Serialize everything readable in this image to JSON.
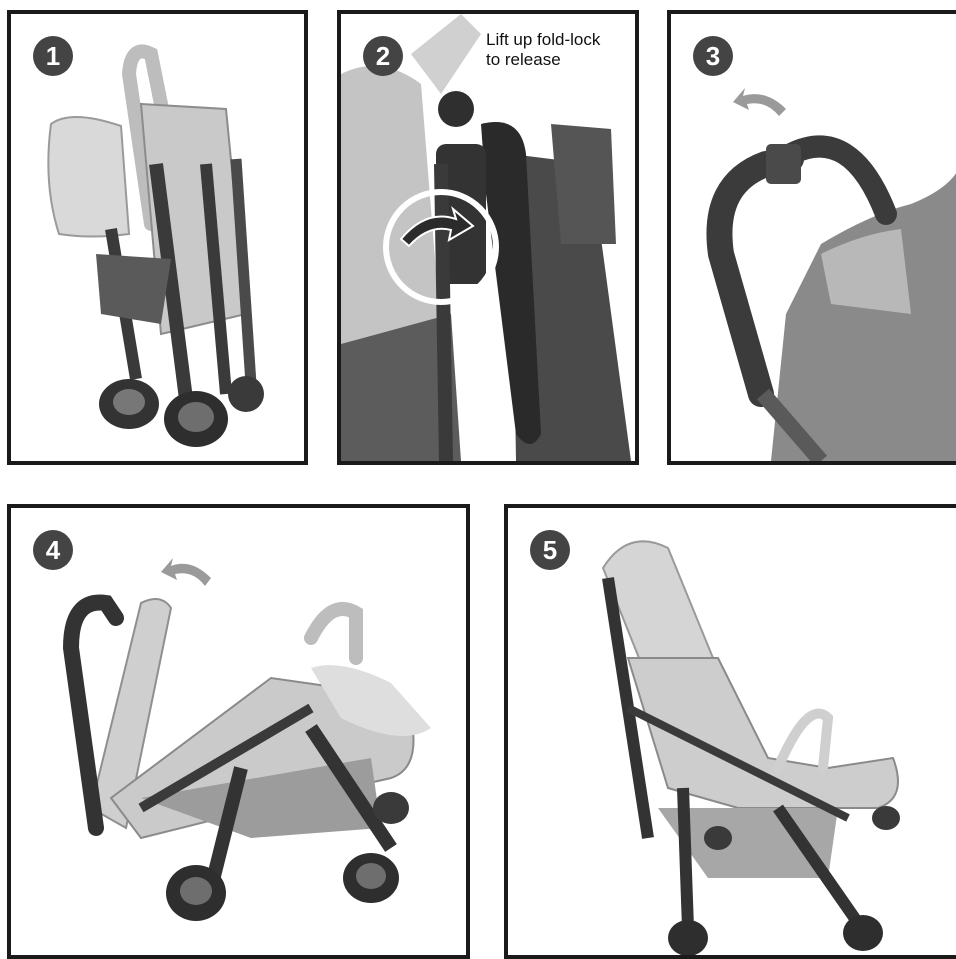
{
  "steps": [
    {
      "number": "1",
      "caption": []
    },
    {
      "number": "2",
      "caption": [
        "Lift up fold-lock",
        "to release"
      ]
    },
    {
      "number": "3",
      "caption": []
    },
    {
      "number": "4",
      "caption": []
    },
    {
      "number": "5",
      "caption": []
    }
  ],
  "colors": {
    "frame": "#1a1a1a",
    "badge": "#444444",
    "fabric": "#cfcfcf",
    "frame_metal": "#3a3a3a"
  },
  "icons": [
    "arrow-icon",
    "magnifier-circle-icon"
  ]
}
